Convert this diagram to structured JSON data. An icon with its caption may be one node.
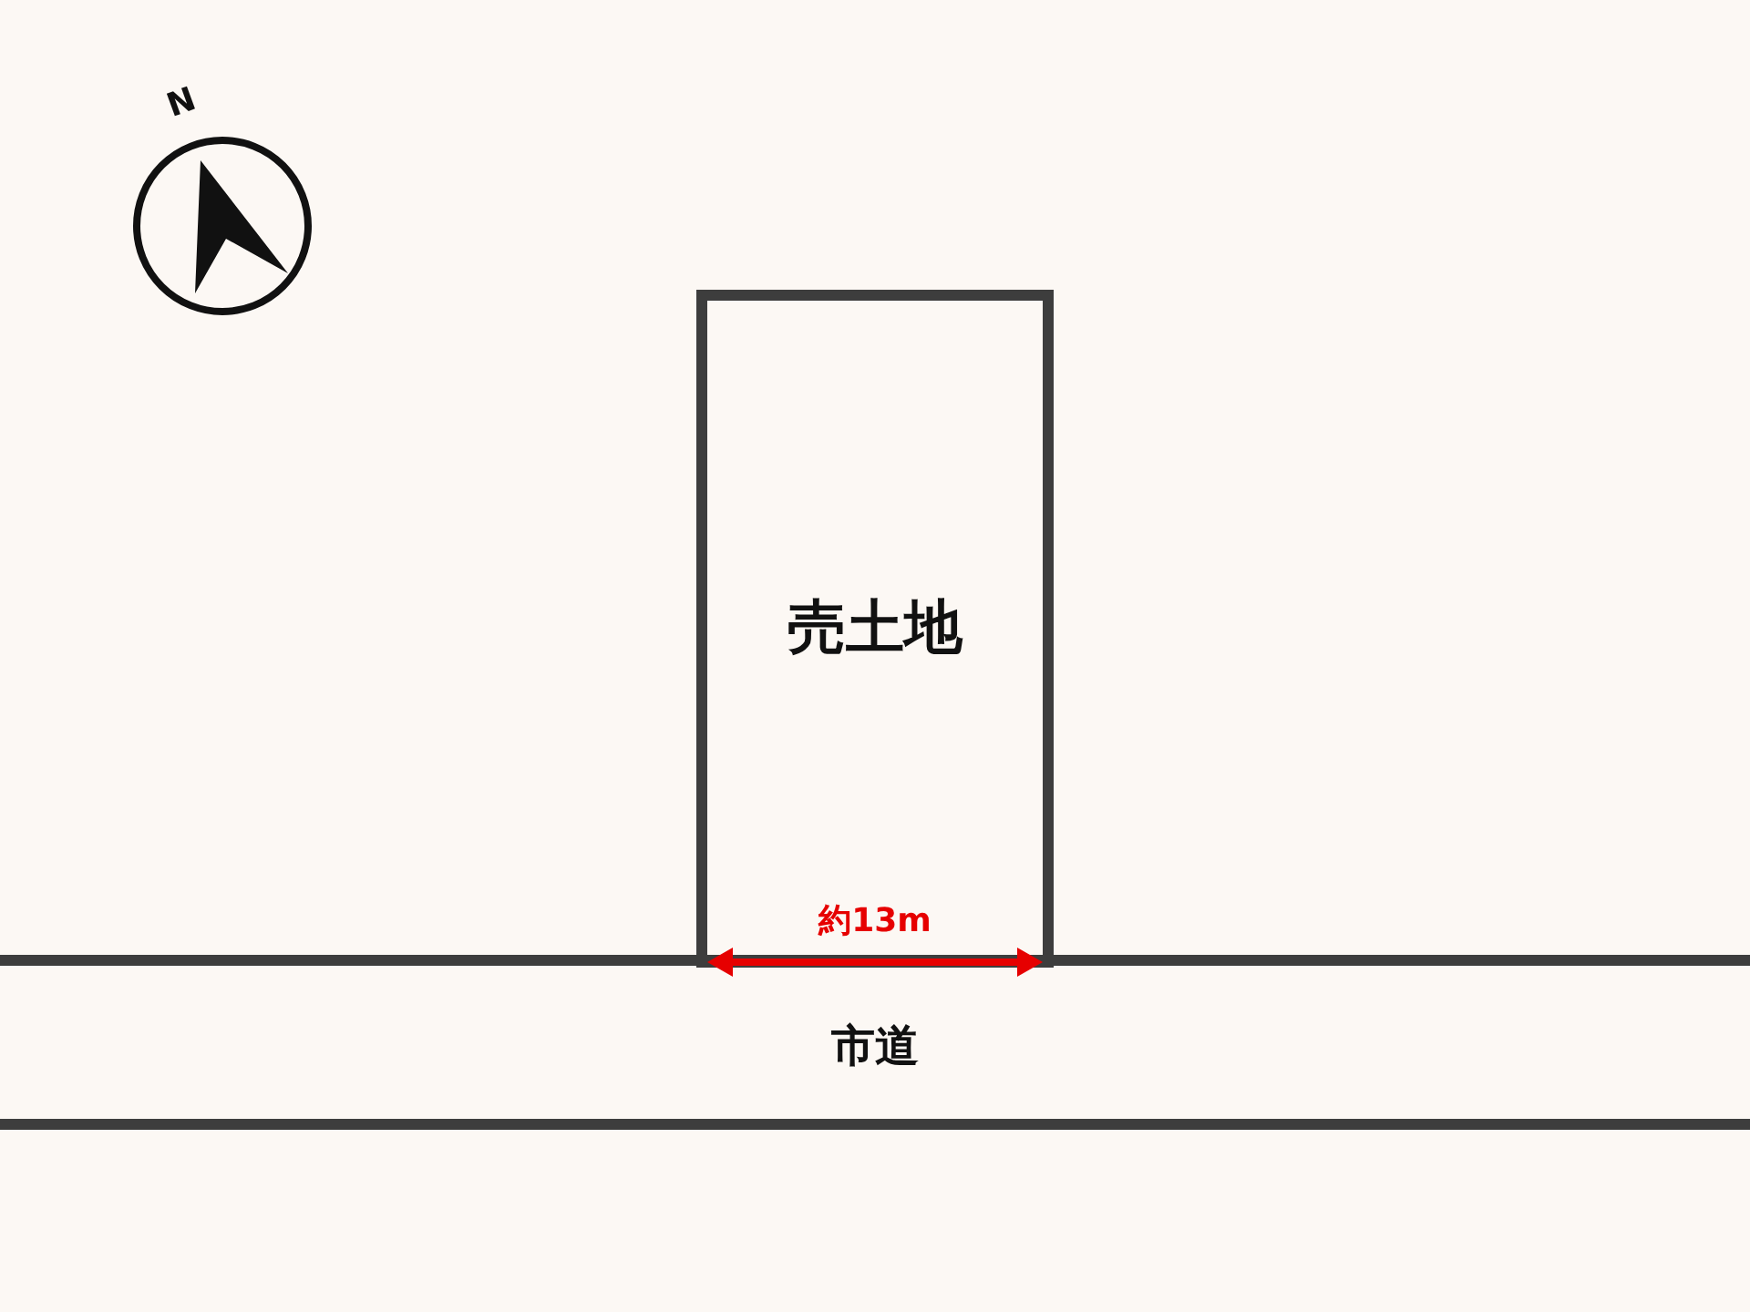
{
  "diagram": {
    "nodes": [
      {
        "text": [
          "売土地"
        ]
      },
      {
        "text": [
          "市道"
        ]
      }
    ],
    "labels": [
      "N",
      "約13m"
    ]
  }
}
